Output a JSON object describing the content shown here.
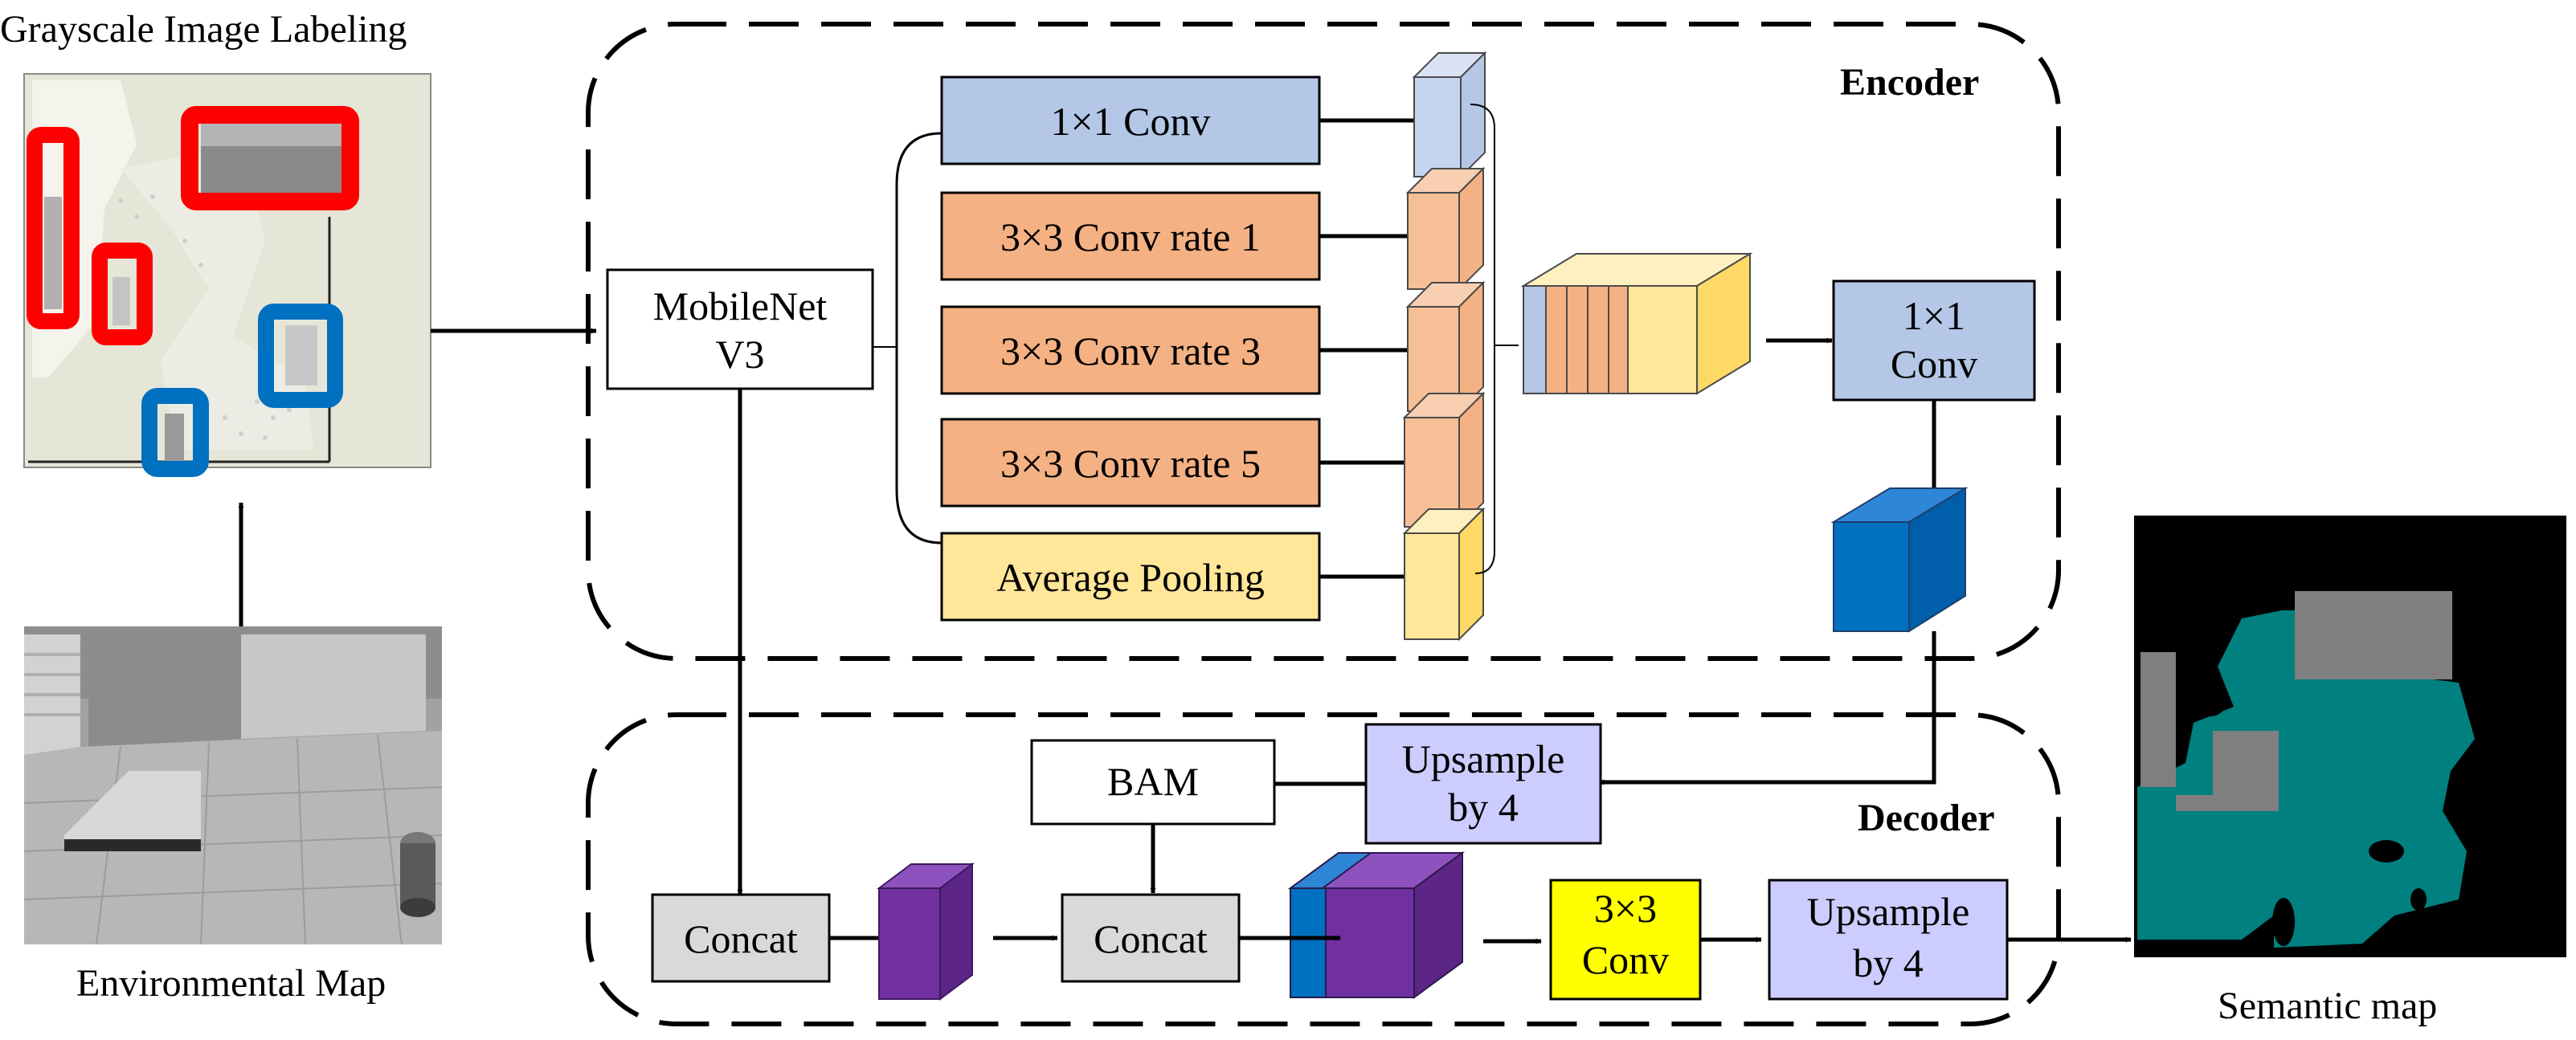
{
  "captions": {
    "labeling": "Grayscale Image Labeling",
    "env_map": "Environmental Map",
    "semantic": "Semantic map"
  },
  "regions": {
    "encoder": "Encoder",
    "decoder": "Decoder"
  },
  "boxes": {
    "backbone_line1": "MobileNet",
    "backbone_line2": "V3",
    "conv1x1": "1×1 Conv",
    "conv_rate1": "3×3 Conv rate 1",
    "conv_rate3": "3×3 Conv rate 3",
    "conv_rate5": "3×3 Conv rate 5",
    "avg_pool": "Average Pooling",
    "enc_conv_line1": "1×1",
    "enc_conv_line2": "Conv",
    "bam": "BAM",
    "up1_line1": "Upsample",
    "up1_line2": "by 4",
    "concat1": "Concat",
    "concat2": "Concat",
    "conv3_line1": "3×3",
    "conv3_line2": "Conv",
    "up2_line1": "Upsample",
    "up2_line2": "by 4"
  },
  "colors": {
    "blue_light": "#b4c7e7",
    "orange": "#f4b183",
    "yellow_light": "#ffe699",
    "yellow": "#ffff00",
    "lavender": "#ccccff",
    "gray_box": "#d9d9d9",
    "deep_blue": "#0070c0",
    "purple": "#7030a0",
    "teal": "#00807f",
    "label_red": "#ff0000",
    "label_blue": "#0070c0"
  }
}
